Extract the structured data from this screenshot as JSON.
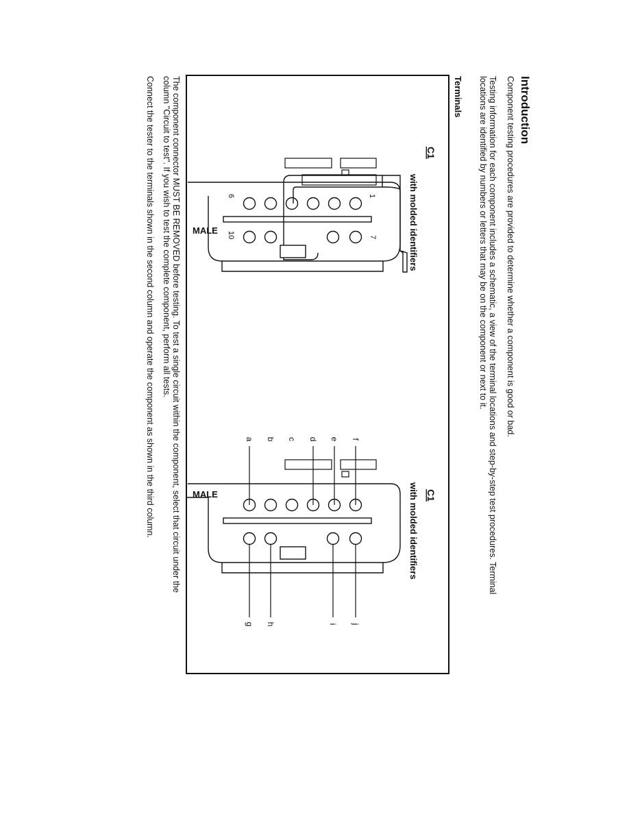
{
  "heading": "Introduction",
  "para1": "Component testing procedures are provided to determine whether a component is good or bad.",
  "para2": [
    "Testing information for each component includes a schematic, a view of the terminal locations and step-by-step test procedures.  Terminal",
    "locations are identified by numbers or letters that may be on the component or next to it."
  ],
  "terminals_heading": "Terminals",
  "connectors": [
    {
      "id": "C1",
      "caption": "with molded identifiers",
      "gender": "MALE",
      "pin_labels": {
        "first": "1",
        "last_top": "6",
        "first_bottom": "7",
        "last_bottom": "10"
      }
    },
    {
      "id": "C1",
      "caption": "with molded identifiers",
      "gender": "MALE",
      "letter_labels": [
        "a",
        "b",
        "c",
        "d",
        "e",
        "f",
        "g",
        "h",
        "i",
        "j"
      ]
    }
  ],
  "para3": [
    "The component connector MUST BE REMOVED before testing. To test a single circuit within the component, select that circuit under the",
    "column \"Circuit to test\". If you wish to test the complete component, perform all tests."
  ],
  "para4": "Connect the tester to the terminals shown in the second column and operate the component as shown in the third column."
}
